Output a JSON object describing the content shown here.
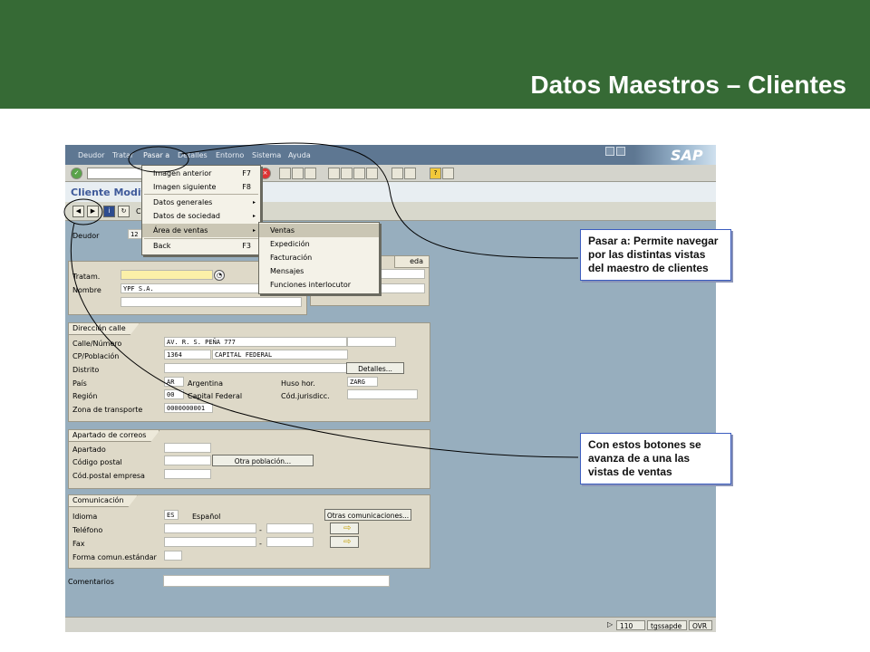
{
  "slide": {
    "title": "Datos Maestros – Clientes"
  },
  "sap": {
    "menubar": [
      "Deudor",
      "Tratar",
      "Pasar a",
      "Detalles",
      "Entorno",
      "Sistema",
      "Ayuda"
    ],
    "logo": "SAP",
    "screen_title": "Cliente Modif",
    "app_toolbar_text": "C",
    "deudor": {
      "label": "Deudor",
      "value": "12"
    },
    "partial_group_title": "eda",
    "name_group": {
      "tratam_label": "Tratam.",
      "tratam_value": "",
      "nombre_label": "Nombre",
      "nombre_value": "YPF S.A."
    },
    "address_group": {
      "title": "Dirección calle",
      "calle_label": "Calle/Número",
      "calle_value": "AV. R. S. PEÑA 777",
      "cp_label": "CP/Población",
      "cp_value": "1364",
      "poblacion_value": "CAPITAL FEDERAL",
      "distrito_label": "Distrito",
      "detalles_button": "Detalles...",
      "pais_label": "País",
      "pais_code": "AR",
      "pais_name": "Argentina",
      "huso_label": "Huso hor.",
      "huso_value": "ZARG",
      "region_label": "Región",
      "region_code": "00",
      "region_name": "Capital Federal",
      "cod_juris_label": "Cód.jurisdicc.",
      "zona_label": "Zona de transporte",
      "zona_value": "0000000001"
    },
    "pobox_group": {
      "title": "Apartado de correos",
      "apartado_label": "Apartado",
      "cp_label": "Código postal",
      "cp_empresa_label": "Cód.postal empresa",
      "otra_poblacion_button": "Otra población..."
    },
    "comm_group": {
      "title": "Comunicación",
      "idioma_label": "Idioma",
      "idioma_code": "ES",
      "idioma_name": "Español",
      "otras_button": "Otras comunicaciones...",
      "telefono_label": "Teléfono",
      "fax_label": "Fax",
      "forma_label": "Forma comun.estándar",
      "dash": "-"
    },
    "comentarios_label": "Comentarios",
    "pasar_a_menu": [
      {
        "label": "Imagen anterior",
        "key": "F7"
      },
      {
        "label": "Imagen siguiente",
        "key": "F8"
      },
      {
        "label": "Datos generales",
        "submenu": true
      },
      {
        "label": "Datos de sociedad",
        "submenu": true
      },
      {
        "label": "Área de ventas",
        "submenu": true
      },
      {
        "label": "Back",
        "key": "F3"
      }
    ],
    "ventas_submenu": [
      "Ventas",
      "Expedición",
      "Facturación",
      "Mensajes",
      "Funciones interlocutor"
    ],
    "status": {
      "client": "110",
      "server": "tgssapde",
      "mode": "OVR"
    }
  },
  "callouts": {
    "pasar_a": "Pasar a: Permite navegar por las distintas vistas del maestro de clientes",
    "botones": "Con estos botones se avanza de a una las vistas de ventas"
  },
  "colors": {
    "banner": "#366a35",
    "sap_background": "#97aebe",
    "callout_border": "#3b5cbf"
  }
}
